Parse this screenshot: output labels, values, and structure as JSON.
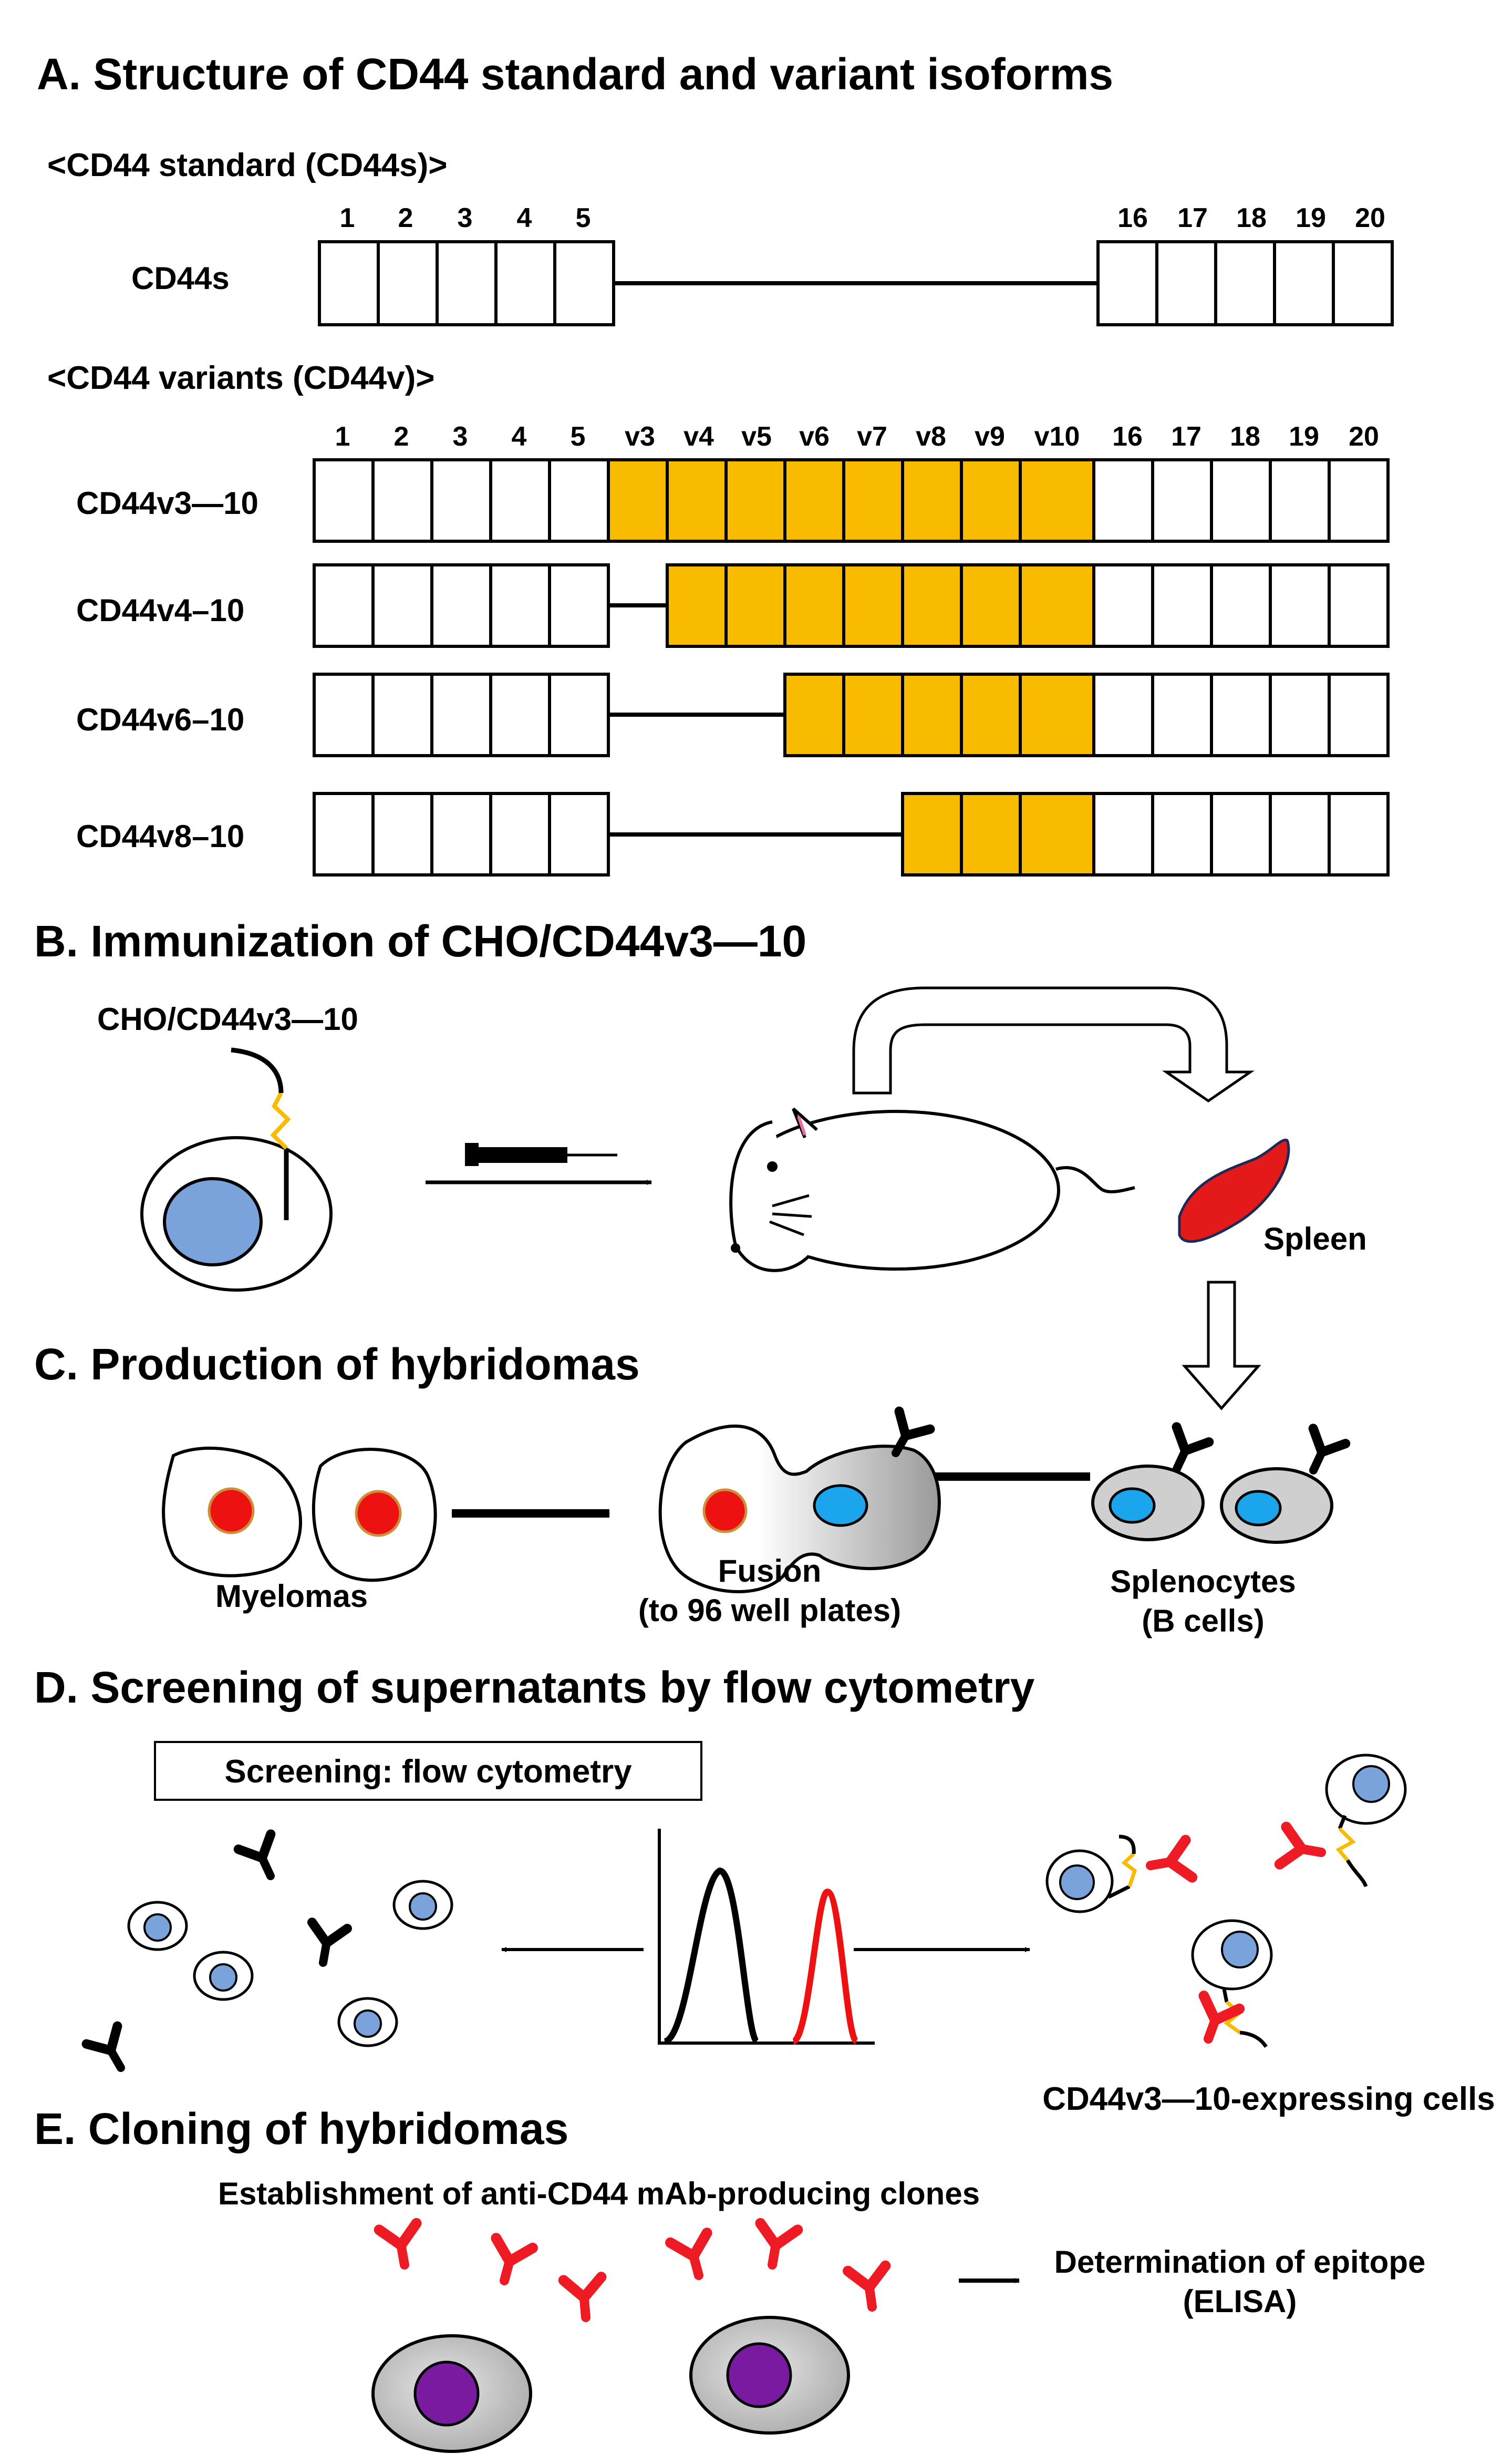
{
  "sections": {
    "a": {
      "title": "A. Structure of CD44 standard and variant isoforms",
      "standard_heading": "<CD44 standard (CD44s)>",
      "variants_heading": "<CD44 variants (CD44v)>",
      "standard_exons": [
        "1",
        "2",
        "3",
        "4",
        "5",
        "16",
        "17",
        "18",
        "19",
        "20"
      ],
      "variant_exons": [
        "1",
        "2",
        "3",
        "4",
        "5",
        "v3",
        "v4",
        "v5",
        "v6",
        "v7",
        "v8",
        "v9",
        "v10",
        "16",
        "17",
        "18",
        "19",
        "20"
      ],
      "isoforms": [
        {
          "name": "CD44s"
        },
        {
          "name": "CD44v3—10"
        },
        {
          "name": "CD44v4–10"
        },
        {
          "name": "CD44v6–10"
        },
        {
          "name": "CD44v8–10"
        }
      ]
    },
    "b": {
      "title": "B. Immunization of CHO/CD44v3—10",
      "cell_label": "CHO/CD44v3—10",
      "spleen_label": "Spleen"
    },
    "c": {
      "title": "C. Production of hybridomas",
      "myelomas_label": "Myelomas",
      "fusion_label": "Fusion",
      "fusion_sub": "(to 96 well plates)",
      "splenocytes_label": "Splenocytes",
      "splenocytes_sub": "(B cells)"
    },
    "d": {
      "title": "D. Screening of supernatants by flow cytometry",
      "screening_box": "Screening: flow cytometry",
      "expressing_label": "CD44v3—10-expressing cells"
    },
    "e": {
      "title": "E. Cloning of hybridomas",
      "clones_label": "Establishment of anti-CD44 mAb-producing clones",
      "epitope_label": "Determination of epitope",
      "epitope_sub": "(ELISA)"
    }
  },
  "colors": {
    "variant_exon": "#f8bb00",
    "cell_nucleus": "#7ba3db",
    "myeloma_nucleus": "#ee1111",
    "spleen": "#e41a1a",
    "splenocyte_body": "#cfcfcf",
    "splenocyte_nucleus": "#1aa5ec",
    "antibody_bound": "#ee1b24",
    "hybridoma_nucleus": "#7a1aa0",
    "antigen_linker": "#f8bb00"
  }
}
